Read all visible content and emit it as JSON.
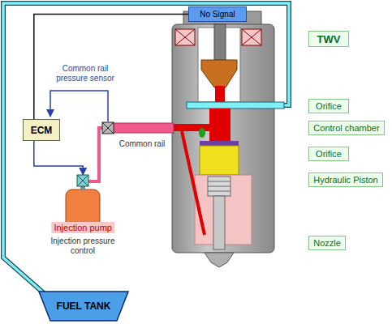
{
  "diagram": {
    "nodes": [
      {
        "text": [
          "No Signal"
        ]
      },
      {
        "text": [
          "TWV"
        ]
      },
      {
        "text": [
          "Orifice"
        ]
      },
      {
        "text": [
          "ECM"
        ]
      },
      {
        "text": [
          "Control chamber"
        ]
      },
      {
        "text": [
          "Orifice"
        ]
      },
      {
        "text": [
          "Hydraulic Piston"
        ]
      },
      {
        "text": [
          "Injection pump"
        ]
      },
      {
        "text": [
          "Nozzle"
        ]
      },
      {
        "text": [
          "FUEL TANK"
        ]
      }
    ],
    "edges": [
      {
        "from": 3,
        "to": 0,
        "arrow": "none"
      },
      {
        "from": 3,
        "to": 7,
        "arrow": "to"
      }
    ],
    "labels": [
      "Common rail pressure sensor",
      "Common rail",
      "Injection pressure control"
    ]
  }
}
